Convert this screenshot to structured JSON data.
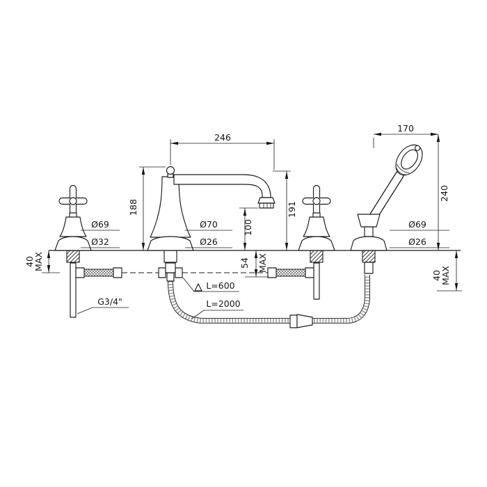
{
  "colors": {
    "line": "#1a1a1a",
    "background": "#ffffff"
  },
  "dims": {
    "spout_reach": "246",
    "shower_reach": "170",
    "spout_height": "188",
    "outlet_height": "191",
    "shower_height": "240",
    "outlet_clearance": "100",
    "deck_left": "40",
    "deck_left_max": "MAX",
    "center_below_deck": "54",
    "center_below_deck_max": "MAX",
    "deck_right": "40",
    "deck_right_max": "MAX",
    "valve_flange_dia": "Ø69",
    "valve_shank_dia": "Ø32",
    "spout_flange_dia": "Ø70",
    "spout_shank_dia": "Ø26",
    "shower_flange_dia": "Ø69",
    "shower_shank_dia": "Ø26",
    "inlet_thread": "G3/4\"",
    "hose_short": "L=600",
    "hose_long": "L=2000"
  }
}
